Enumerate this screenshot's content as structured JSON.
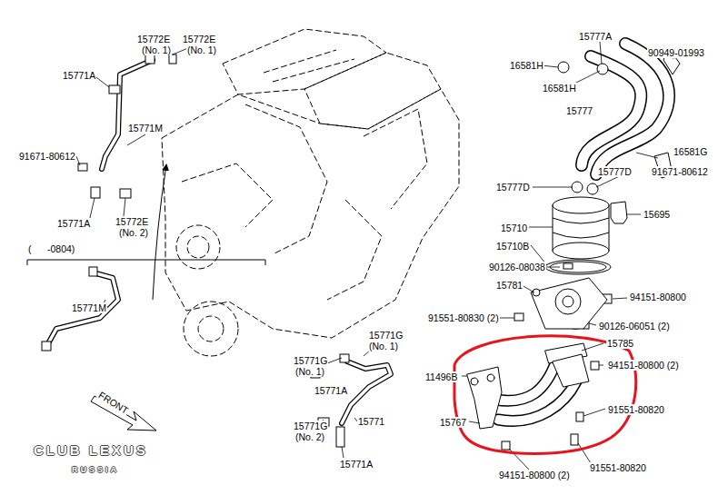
{
  "diagram": {
    "labels": [
      "15772E",
      "(No. 1)",
      "15772E",
      "(No. 1)",
      "15771A",
      "15771M",
      "91671-80612",
      "15771A",
      "15772E",
      "(No. 2)",
      "(      -0804)",
      "15771M",
      "FRONT",
      "15771G",
      "(No. 1)",
      "15771G",
      "(No. 1)",
      "15771A",
      "15771G",
      "(No. 2)",
      "15771",
      "15771A",
      "15777A",
      "90949-01993",
      "16581H",
      "16581H",
      "15777",
      "16581G",
      "91671-80612",
      "15777D",
      "15777D",
      "15695",
      "15710",
      "15710B",
      "90126-08038",
      "15781",
      "94151-80800",
      "91551-80830 (2)",
      "90126-06051 (2)",
      "15785",
      "11496B",
      "94151-80800 (2)",
      "91551-80820",
      "15767",
      "94151-80800 (2)",
      "91551-80820",
      "CLUB LEXUS",
      "RUSSIA"
    ]
  }
}
